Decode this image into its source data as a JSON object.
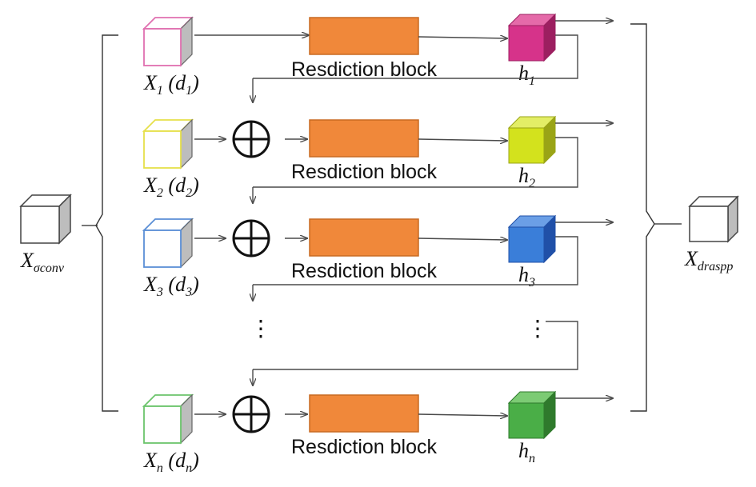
{
  "input": {
    "var": "X",
    "sub": "σconv"
  },
  "output": {
    "var": "X",
    "sub": "draspp"
  },
  "block_label": "Resdiction block",
  "ellipsis": "⋮",
  "plus_symbol": "⊕",
  "rows": [
    {
      "x_sub": "1",
      "d_sub": "1",
      "h_sub": "1",
      "in_color": "#e070b0",
      "out_front": "#d6338a",
      "out_top": "#e56aa9",
      "out_side": "#9c1f60",
      "has_plus": false
    },
    {
      "x_sub": "2",
      "d_sub": "2",
      "h_sub": "2",
      "in_color": "#e6e04a",
      "out_front": "#d3e21d",
      "out_top": "#e3ee66",
      "out_side": "#9aa416",
      "has_plus": true
    },
    {
      "x_sub": "3",
      "d_sub": "3",
      "h_sub": "3",
      "in_color": "#5b8fd6",
      "out_front": "#3a7ed9",
      "out_top": "#6b9fe6",
      "out_side": "#2050a8",
      "has_plus": true
    },
    {
      "x_sub": "n",
      "d_sub": "n",
      "h_sub": "n",
      "in_color": "#6cc46c",
      "out_front": "#4aae47",
      "out_top": "#7ccb74",
      "out_side": "#2f7a2c",
      "has_plus": true
    }
  ],
  "colors": {
    "block_fill": "#f0883a",
    "block_stroke": "#c86a22",
    "cube_side": "#bdbdbd",
    "cube_top": "#ffffff"
  }
}
